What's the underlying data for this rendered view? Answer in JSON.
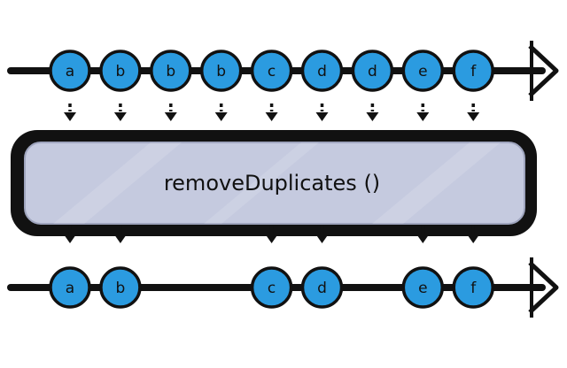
{
  "diagram": {
    "operator": {
      "label": "removeDuplicates ()",
      "fill_color": "#c5cadf",
      "border_color": "#111111"
    },
    "colors": {
      "marble_fill": "#2b9be0",
      "marble_stroke": "#111111",
      "timeline": "#111111",
      "background": "#ffffff"
    },
    "input_stream": {
      "marbles": [
        "a",
        "b",
        "b",
        "b",
        "c",
        "d",
        "d",
        "e",
        "f"
      ]
    },
    "output_stream": {
      "marbles": [
        "a",
        "b",
        "c",
        "d",
        "e",
        "f"
      ],
      "source_index": [
        0,
        1,
        4,
        5,
        7,
        8
      ]
    },
    "icons": {
      "arrow": "down-arrow-icon",
      "timeline_end": "arrowhead-icon"
    }
  }
}
